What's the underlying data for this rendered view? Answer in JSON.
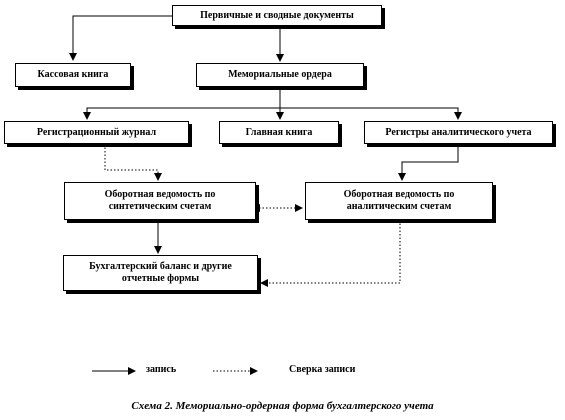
{
  "diagram": {
    "nodes": {
      "primary_docs": "Первичные и сводные документы",
      "cash_book": "Кассовая книга",
      "memorial_orders": "Мемориальные ордера",
      "registration_journal": "Регистрационный журнал",
      "general_ledger": "Главная книга",
      "analytical_registers": "Регистры аналитического учета",
      "synthetic_turnover": "Оборотная ведомость по синтетическим счетам",
      "analytical_turnover": "Оборотная ведомость по аналитическим счетам",
      "balance_sheet": "Бухгалтерский баланс и другие отчетные формы"
    },
    "legend": {
      "solid_label": "запись",
      "dotted_label": "Сверка записи"
    },
    "caption": "Схема 2. Мемориально-ордерная форма бухгалтерского учета"
  },
  "colors": {
    "line": "#000000",
    "box_border": "#000000",
    "box_shadow": "#000000",
    "background": "#ffffff"
  }
}
